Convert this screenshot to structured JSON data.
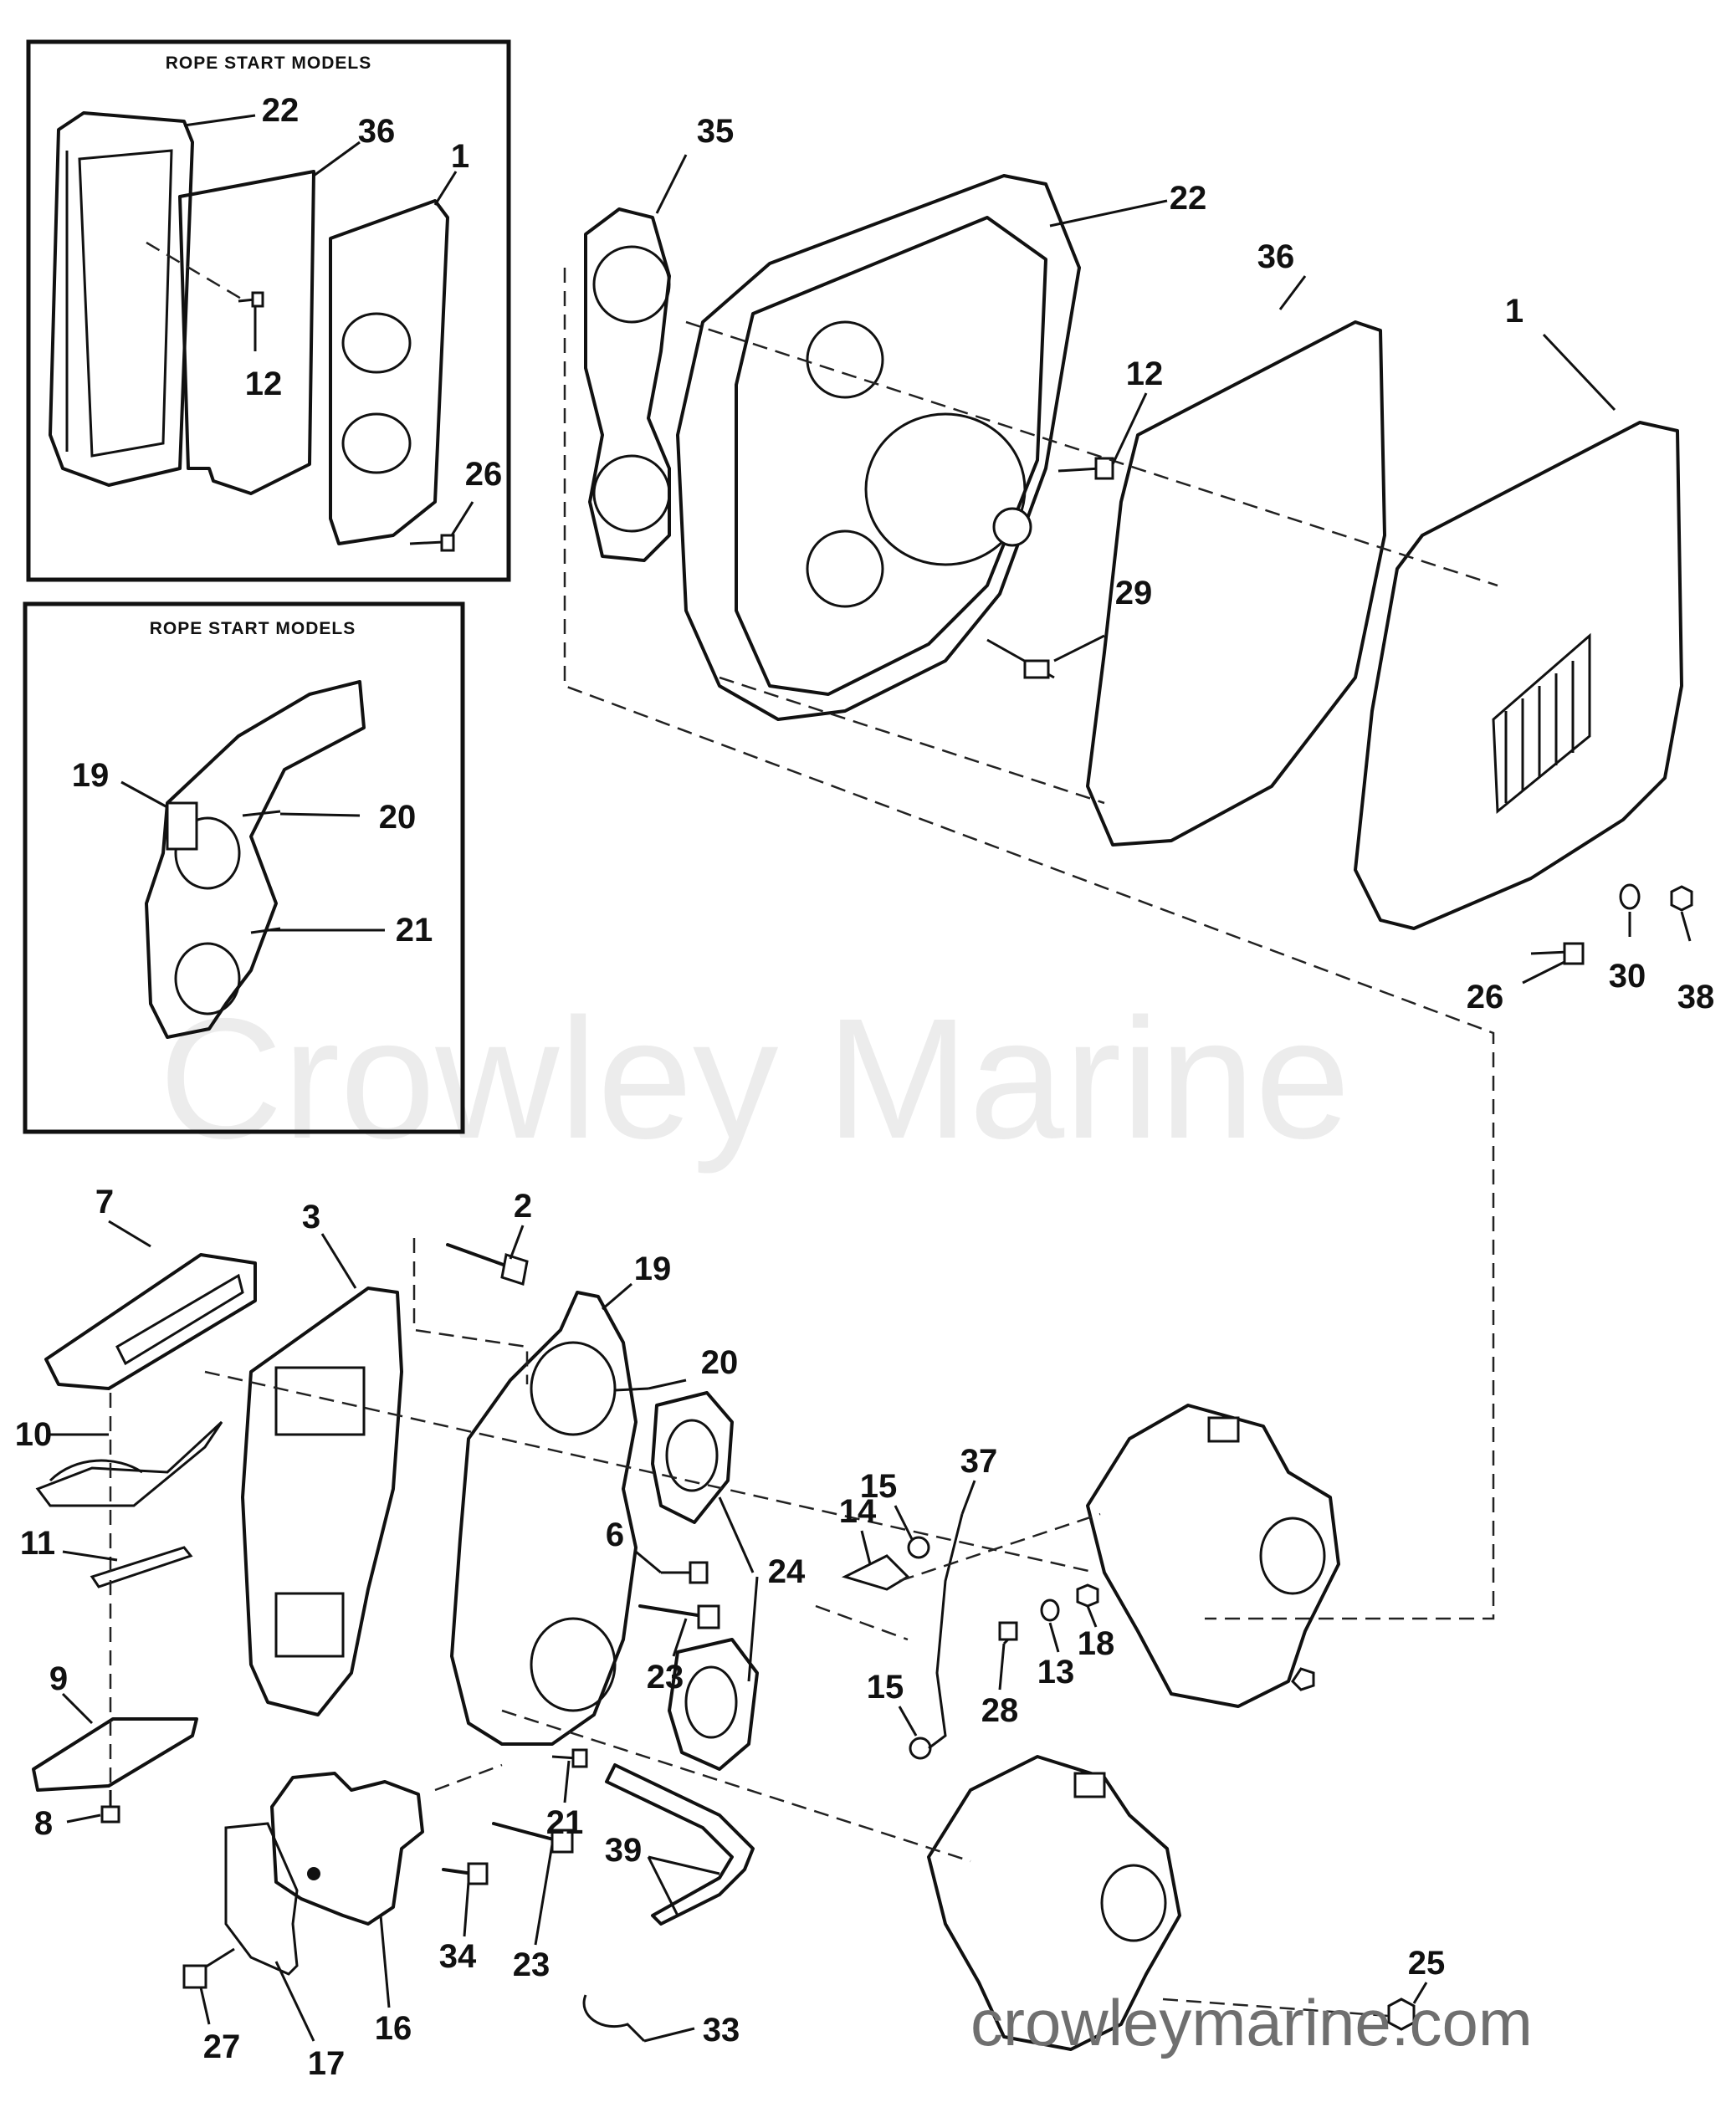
{
  "insets": [
    {
      "title": "ROPE START MODELS"
    },
    {
      "title": "ROPE START MODELS"
    }
  ],
  "callouts": {
    "c1": "1",
    "c2": "2",
    "c3": "3",
    "c6": "6",
    "c7": "7",
    "c8": "8",
    "c9": "9",
    "c10": "10",
    "c11": "11",
    "c12": "12",
    "c13": "13",
    "c14": "14",
    "c15": "15",
    "c16": "16",
    "c17": "17",
    "c18": "18",
    "c19": "19",
    "c20": "20",
    "c21": "21",
    "c22": "22",
    "c23": "23",
    "c24": "24",
    "c25": "25",
    "c26": "26",
    "c27": "27",
    "c28": "28",
    "c29": "29",
    "c30": "30",
    "c33": "33",
    "c34": "34",
    "c35": "35",
    "c36": "36",
    "c37": "37",
    "c38": "38",
    "c39": "39"
  },
  "watermark": {
    "center": "Crowley Marine",
    "url": "crowleymarine.com"
  }
}
